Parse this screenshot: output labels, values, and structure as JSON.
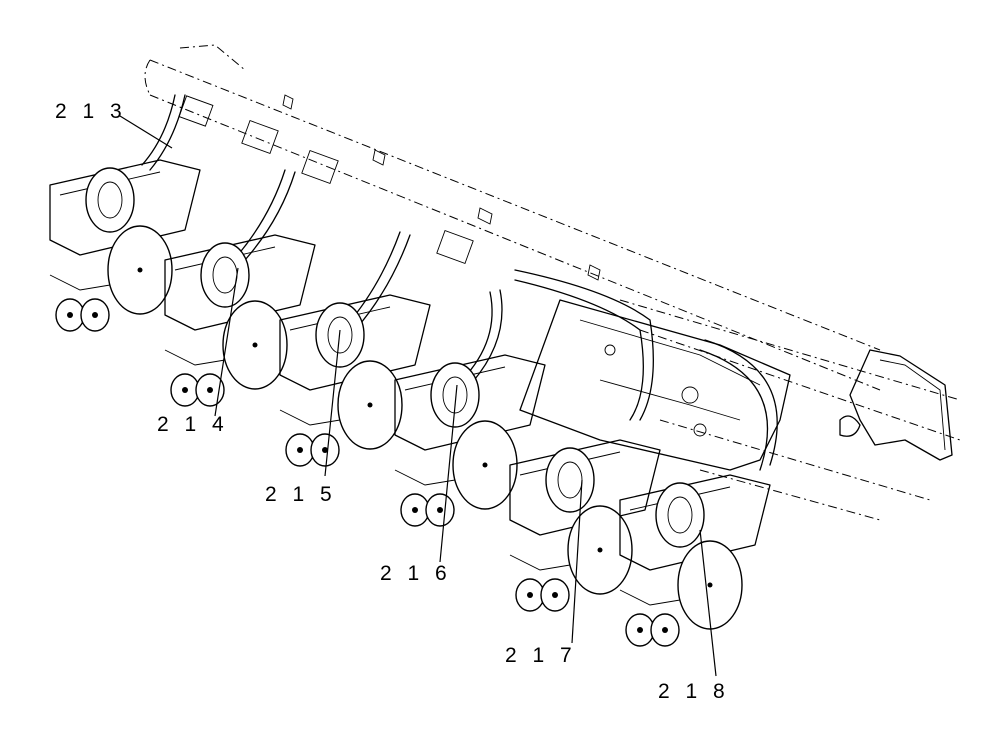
{
  "diagram": {
    "callouts": [
      {
        "id": "213",
        "text": "2 1 3"
      },
      {
        "id": "214",
        "text": "2 1 4"
      },
      {
        "id": "215",
        "text": "2 1 5"
      },
      {
        "id": "216",
        "text": "2 1 6"
      },
      {
        "id": "217",
        "text": "2 1 7"
      },
      {
        "id": "218",
        "text": "2 1 8"
      }
    ]
  }
}
